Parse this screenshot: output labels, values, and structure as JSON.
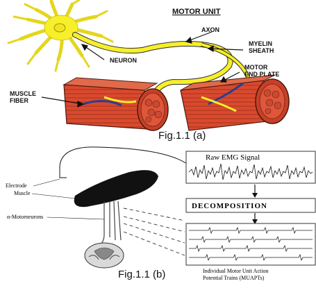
{
  "panel_a": {
    "title": "MOTOR UNIT",
    "labels": {
      "axon": "AXON",
      "myelin_1": "MYELIN",
      "myelin_2": "SHEATH",
      "neuron": "NEURON",
      "motor_1": "MOTOR",
      "motor_2": "END PLATE",
      "muscle_1": "MUSCLE",
      "muscle_2": "FIBER"
    },
    "caption": "Fig.1.1 (a)"
  },
  "panel_b": {
    "raw_signal_label": "Raw EMG Signal",
    "decomposition_label": "DECOMPOSITION",
    "electrode_label": "Electrode",
    "muscle_label": "Muscle",
    "motorneurons_label": "α-Motorneurons",
    "muapt_1": "Individual Motor Unit Action",
    "muapt_2": "Potential Trains (MUAPTs)",
    "caption": "Fig.1.1 (b)"
  },
  "colors": {
    "neuron_yellow": "#f7ef2a",
    "muscle_red": "#d94a2e",
    "muscle_dark": "#8e2a1a",
    "myelin_blue": "#2a3f8f"
  }
}
